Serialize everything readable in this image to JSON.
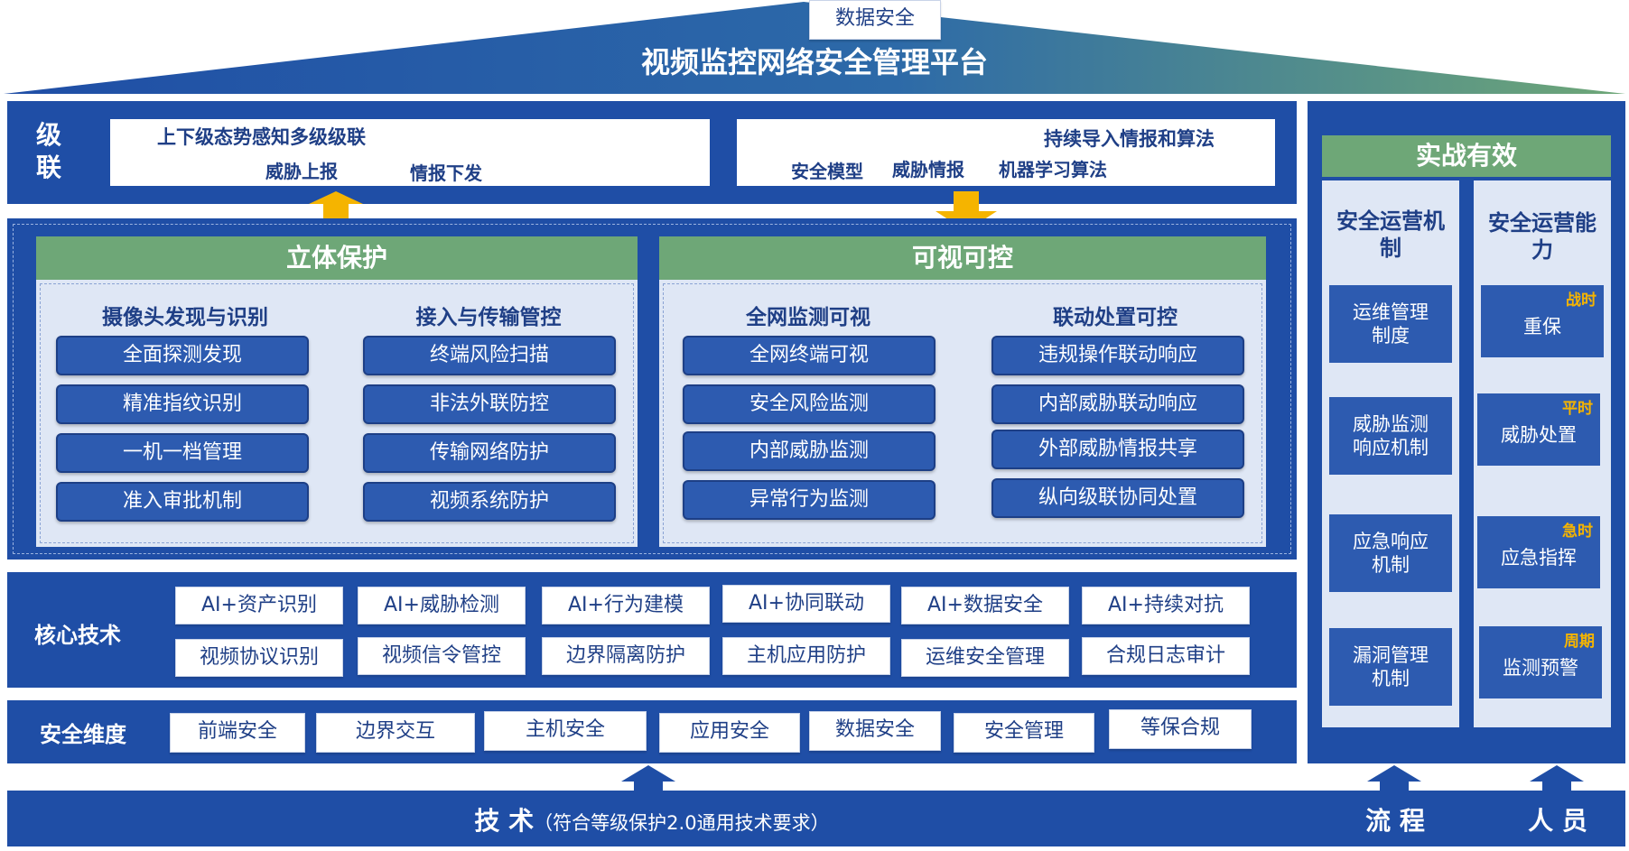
{
  "title": "视频监控网络安全管理平台",
  "cascade": {
    "label": "级联",
    "box1": {
      "header": "上下级态势感知多级级联",
      "items": [
        "威胁上报",
        "情报下发"
      ]
    },
    "box2": {
      "header": "持续导入情报和算法",
      "items": [
        "安全模型",
        "威胁情报",
        "机器学习算法"
      ]
    }
  },
  "protection": {
    "title": "立体保护",
    "col1": {
      "title": "摄像头发现与识别",
      "items": [
        "全面探测发现",
        "精准指纹识别",
        "一机一档管理",
        "准入审批机制"
      ]
    },
    "col2": {
      "title": "接入与传输管控",
      "items": [
        "终端风险扫描",
        "非法外联防控",
        "传输网络防护",
        "视频系统防护"
      ]
    }
  },
  "visible": {
    "title": "可视可控",
    "col1": {
      "title": "全网监测可视",
      "items": [
        "全网终端可视",
        "安全风险监测",
        "内部威胁监测",
        "异常行为监测"
      ]
    },
    "col2": {
      "title": "联动处置可控",
      "items": [
        "违规操作联动响应",
        "内部威胁联动响应",
        "外部威胁情报共享",
        "纵向级联协同处置"
      ]
    }
  },
  "core_tech": {
    "label": "核心技术",
    "row1": [
      "AI+资产识别",
      "AI+威胁检测",
      "AI+行为建模",
      "AI+协同联动",
      "AI+数据安全",
      "AI+持续对抗"
    ],
    "row2": [
      "视频协议识别",
      "视频信令管控",
      "边界隔离防护",
      "主机应用防护",
      "运维安全管理",
      "合规日志审计"
    ]
  },
  "security_dim": {
    "label": "安全维度",
    "items": [
      "前端安全",
      "边界交互",
      "主机安全",
      "应用安全",
      "数据安全",
      "安全管理",
      "等保合规"
    ]
  },
  "effective": {
    "title": "实战有效",
    "col1": {
      "title": "安全运营机制",
      "items": [
        "运维管理制度",
        "威胁监测响应机制",
        "应急响应机制",
        "漏洞管理机制"
      ]
    },
    "col2": {
      "title": "安全运营能力",
      "items": [
        {
          "tag": "战时",
          "label": "重保"
        },
        {
          "tag": "平时",
          "label": "威胁处置"
        },
        {
          "tag": "急时",
          "label": "应急指挥"
        },
        {
          "tag": "周期",
          "label": "监测预警"
        }
      ]
    }
  },
  "footer": {
    "tech": "技 术",
    "tech_note": "（符合等级保护2.0通用技术要求）",
    "process": "流 程",
    "people": "人 员"
  },
  "colors": {
    "navy": "#1f4ea6",
    "green": "#6ea777",
    "arrow": "#f5b400"
  }
}
